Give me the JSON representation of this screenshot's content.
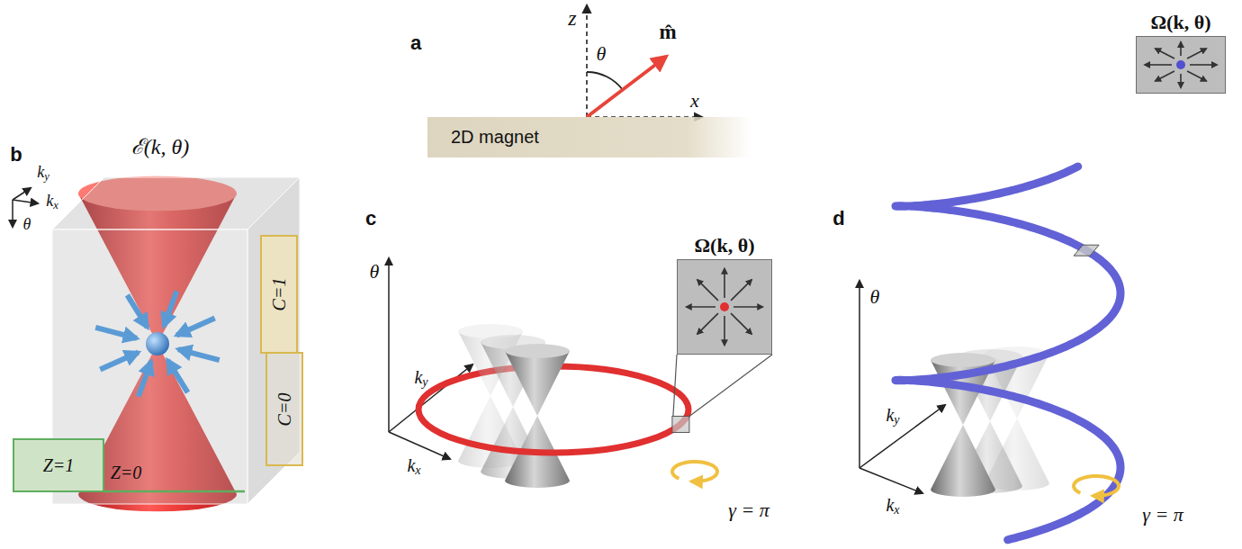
{
  "diagram": {
    "nodes": [
      {
        "text": [
          "2D magnet"
        ]
      },
      {
        "text": [
          "Ω(k, θ)"
        ]
      },
      {
        "text": [
          "Ω(k, θ)"
        ]
      }
    ],
    "labels": [
      "a",
      "z",
      "θ",
      "m̂",
      "x",
      "b",
      "ℰ(k, θ)",
      "ky",
      "kx",
      "θ",
      "C=1",
      "C=0",
      "Z=1",
      "Z=0",
      "c",
      "θ",
      "ky",
      "kx",
      "γ = π",
      "d",
      "θ",
      "ky",
      "kx",
      "γ = π"
    ]
  }
}
